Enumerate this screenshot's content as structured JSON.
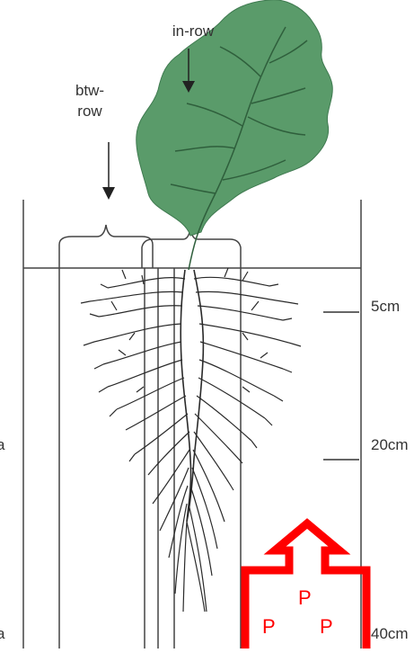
{
  "labels": {
    "in_row": "in-row",
    "btw_row_line1": "btw-",
    "btw_row_line2": "row",
    "depth_5": "5cm",
    "depth_20": "20cm",
    "depth_40": "40cm",
    "left_mark_20": "a",
    "left_mark_40": "a"
  },
  "p_marks": [
    "P",
    "P",
    "P"
  ],
  "colors": {
    "leaf": "#5a9b6a",
    "vein": "#2f5f3c",
    "root": "#2a2a2a",
    "frame": "#444444",
    "arrow": "#ff0000"
  },
  "icons": {
    "arrow_in_row": "down-arrow-icon",
    "arrow_btw_row": "down-arrow-icon",
    "red_up_arrow": "up-arrow-outline-icon"
  }
}
